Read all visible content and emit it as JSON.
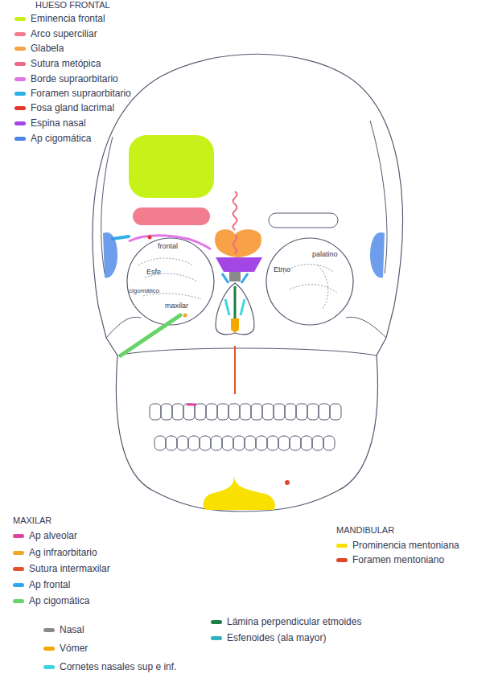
{
  "diagram": {
    "labels": [
      "HUESO FRONTAL",
      "MAXILAR",
      "MANDIBULAR",
      "frontal",
      "Esfe",
      "cigomático",
      "maxilar",
      "palatino",
      "Etmo"
    ],
    "legend": [
      {
        "text": "Eminencia frontal",
        "color": "#c6f21a"
      },
      {
        "text": "Arco superciliar",
        "color": "#f27d8e"
      },
      {
        "text": "Glabela",
        "color": "#f7a246"
      },
      {
        "text": "Sutura metópica",
        "color": "#f06a86"
      },
      {
        "text": "Borde supraorbitario",
        "color": "#e276e6"
      },
      {
        "text": "Foramen supraorbitario",
        "color": "#2fb0e8"
      },
      {
        "text": "Fosa gland lacrimal",
        "color": "#e2382c"
      },
      {
        "text": "Espina nasal",
        "color": "#a445e6"
      },
      {
        "text": "Ap cigomática",
        "color": "#4a86e6"
      },
      {
        "text": "Ap alveolar",
        "color": "#e0449e"
      },
      {
        "text": "Ag infraorbitario",
        "color": "#f3a623"
      },
      {
        "text": "Sutura intermaxilar",
        "color": "#e2532a"
      },
      {
        "text": "Ap frontal",
        "color": "#33a6f2"
      },
      {
        "text": "Ap cigomática",
        "color": "#66d466"
      },
      {
        "text": "Nasal",
        "color": "#8a8a8a"
      },
      {
        "text": "Vómer",
        "color": "#f5a800"
      },
      {
        "text": "Cornetes nasales sup e inf.",
        "color": "#3fd4e4"
      },
      {
        "text": "Lámina perpendicular etmoides",
        "color": "#1f7f44"
      },
      {
        "text": "Esfenoides (ala mayor)",
        "color": "#2fb2c4"
      },
      {
        "text": "Prominencia mentoniana",
        "color": "#f8e000"
      },
      {
        "text": "Foramen mentoniano",
        "color": "#e2452a"
      }
    ]
  }
}
